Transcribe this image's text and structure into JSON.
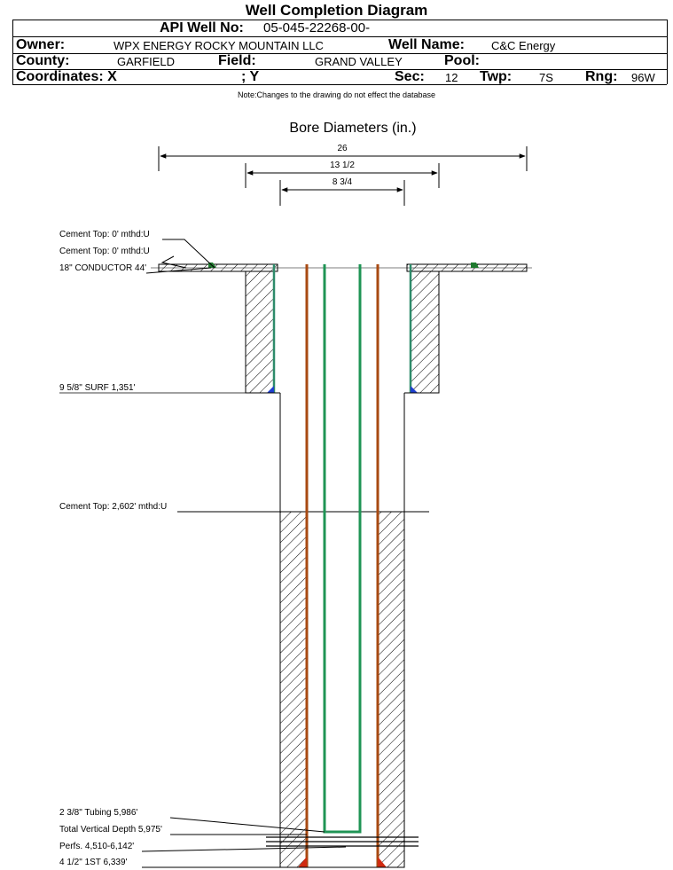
{
  "header": {
    "title": "Well Completion Diagram",
    "api_label": "API Well No:",
    "api_value": "05-045-22268-00-",
    "owner_label": "Owner:",
    "owner_value": "WPX ENERGY ROCKY MOUNTAIN LLC",
    "well_name_label": "Well Name:",
    "well_name_value": "C&C Energy",
    "county_label": "County:",
    "county_value": "GARFIELD",
    "field_label": "Field:",
    "field_value": "GRAND VALLEY",
    "pool_label": "Pool:",
    "pool_value": "",
    "coordinates_label": "Coordinates: X",
    "y_label": "; Y",
    "sec_label": "Sec:",
    "sec_value": "12",
    "twp_label": "Twp:",
    "twp_value": "7S",
    "rng_label": "Rng:",
    "rng_value": "96W",
    "note": "Note:Changes to the drawing do not effect the database"
  },
  "bore_diameters": {
    "title": "Bore Diameters (in.)",
    "values": [
      "26",
      "13 1/2",
      "8 3/4"
    ]
  },
  "labels": {
    "cement_top_1": "Cement Top: 0' mthd:U",
    "cement_top_2": "Cement Top: 0' mthd:U",
    "conductor": "18\" CONDUCTOR  44'",
    "surface": "9 5/8\" SURF       1,351'",
    "cement_top_3": "Cement Top: 2,602' mthd:U",
    "tubing": "2 3/8\" Tubing 5,986'",
    "tvd": "Total Vertical Depth 5,975'",
    "perfs": "Perfs. 4,510-6,142'",
    "production": "4 1/2\" 1ST        6,339'"
  },
  "colors": {
    "surface_casing": "#2e8b6a",
    "production_casing": "#a84a12",
    "tubing": "#1f9455",
    "cement_shoe_blue": "#1f3fcf",
    "cement_shoe_red": "#d02a10",
    "conductor_marker": "#1e7a2e"
  }
}
